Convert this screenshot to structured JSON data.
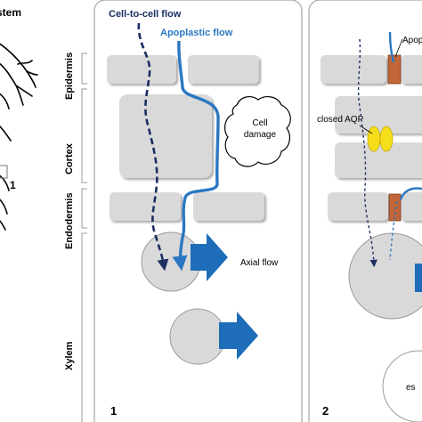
{
  "root_panel": {
    "stem_label": "stem",
    "marker": "1"
  },
  "tissue_labels": {
    "epidermis": "Epidermis",
    "cortex": "Cortex",
    "endodermis": "Endodermis",
    "xylem": "Xylem"
  },
  "panel1": {
    "number": "1",
    "cell_to_cell_label": "Cell-to-cell flow",
    "apoplastic_label": "Apoplastic flow",
    "cell_damage_label_line1": "Cell",
    "cell_damage_label_line2": "damage",
    "axial_flow_label": "Axial flow"
  },
  "panel2": {
    "number": "2",
    "apoplastic_partial": "Apop",
    "closed_aqp_label": "closed AQP",
    "vessel_partial": "es"
  },
  "colors": {
    "cell_to_cell": "#1b2f63",
    "apoplastic": "#2b78c2",
    "axial_arrow": "#1e6db8",
    "cell_fill": "#d9d9d9",
    "aqp": "#f5de1c",
    "casparian": "#c0663a"
  }
}
